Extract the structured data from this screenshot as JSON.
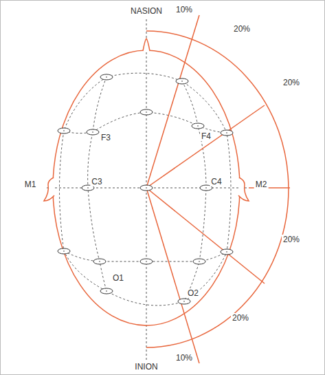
{
  "diagram": {
    "labels": [
      "NASION",
      "10%",
      "20%",
      "F3",
      "F4",
      "20%",
      "M1",
      "C3",
      "C4",
      "M2",
      "20%",
      "O1",
      "O2",
      "20%",
      "INION",
      "10%"
    ]
  }
}
